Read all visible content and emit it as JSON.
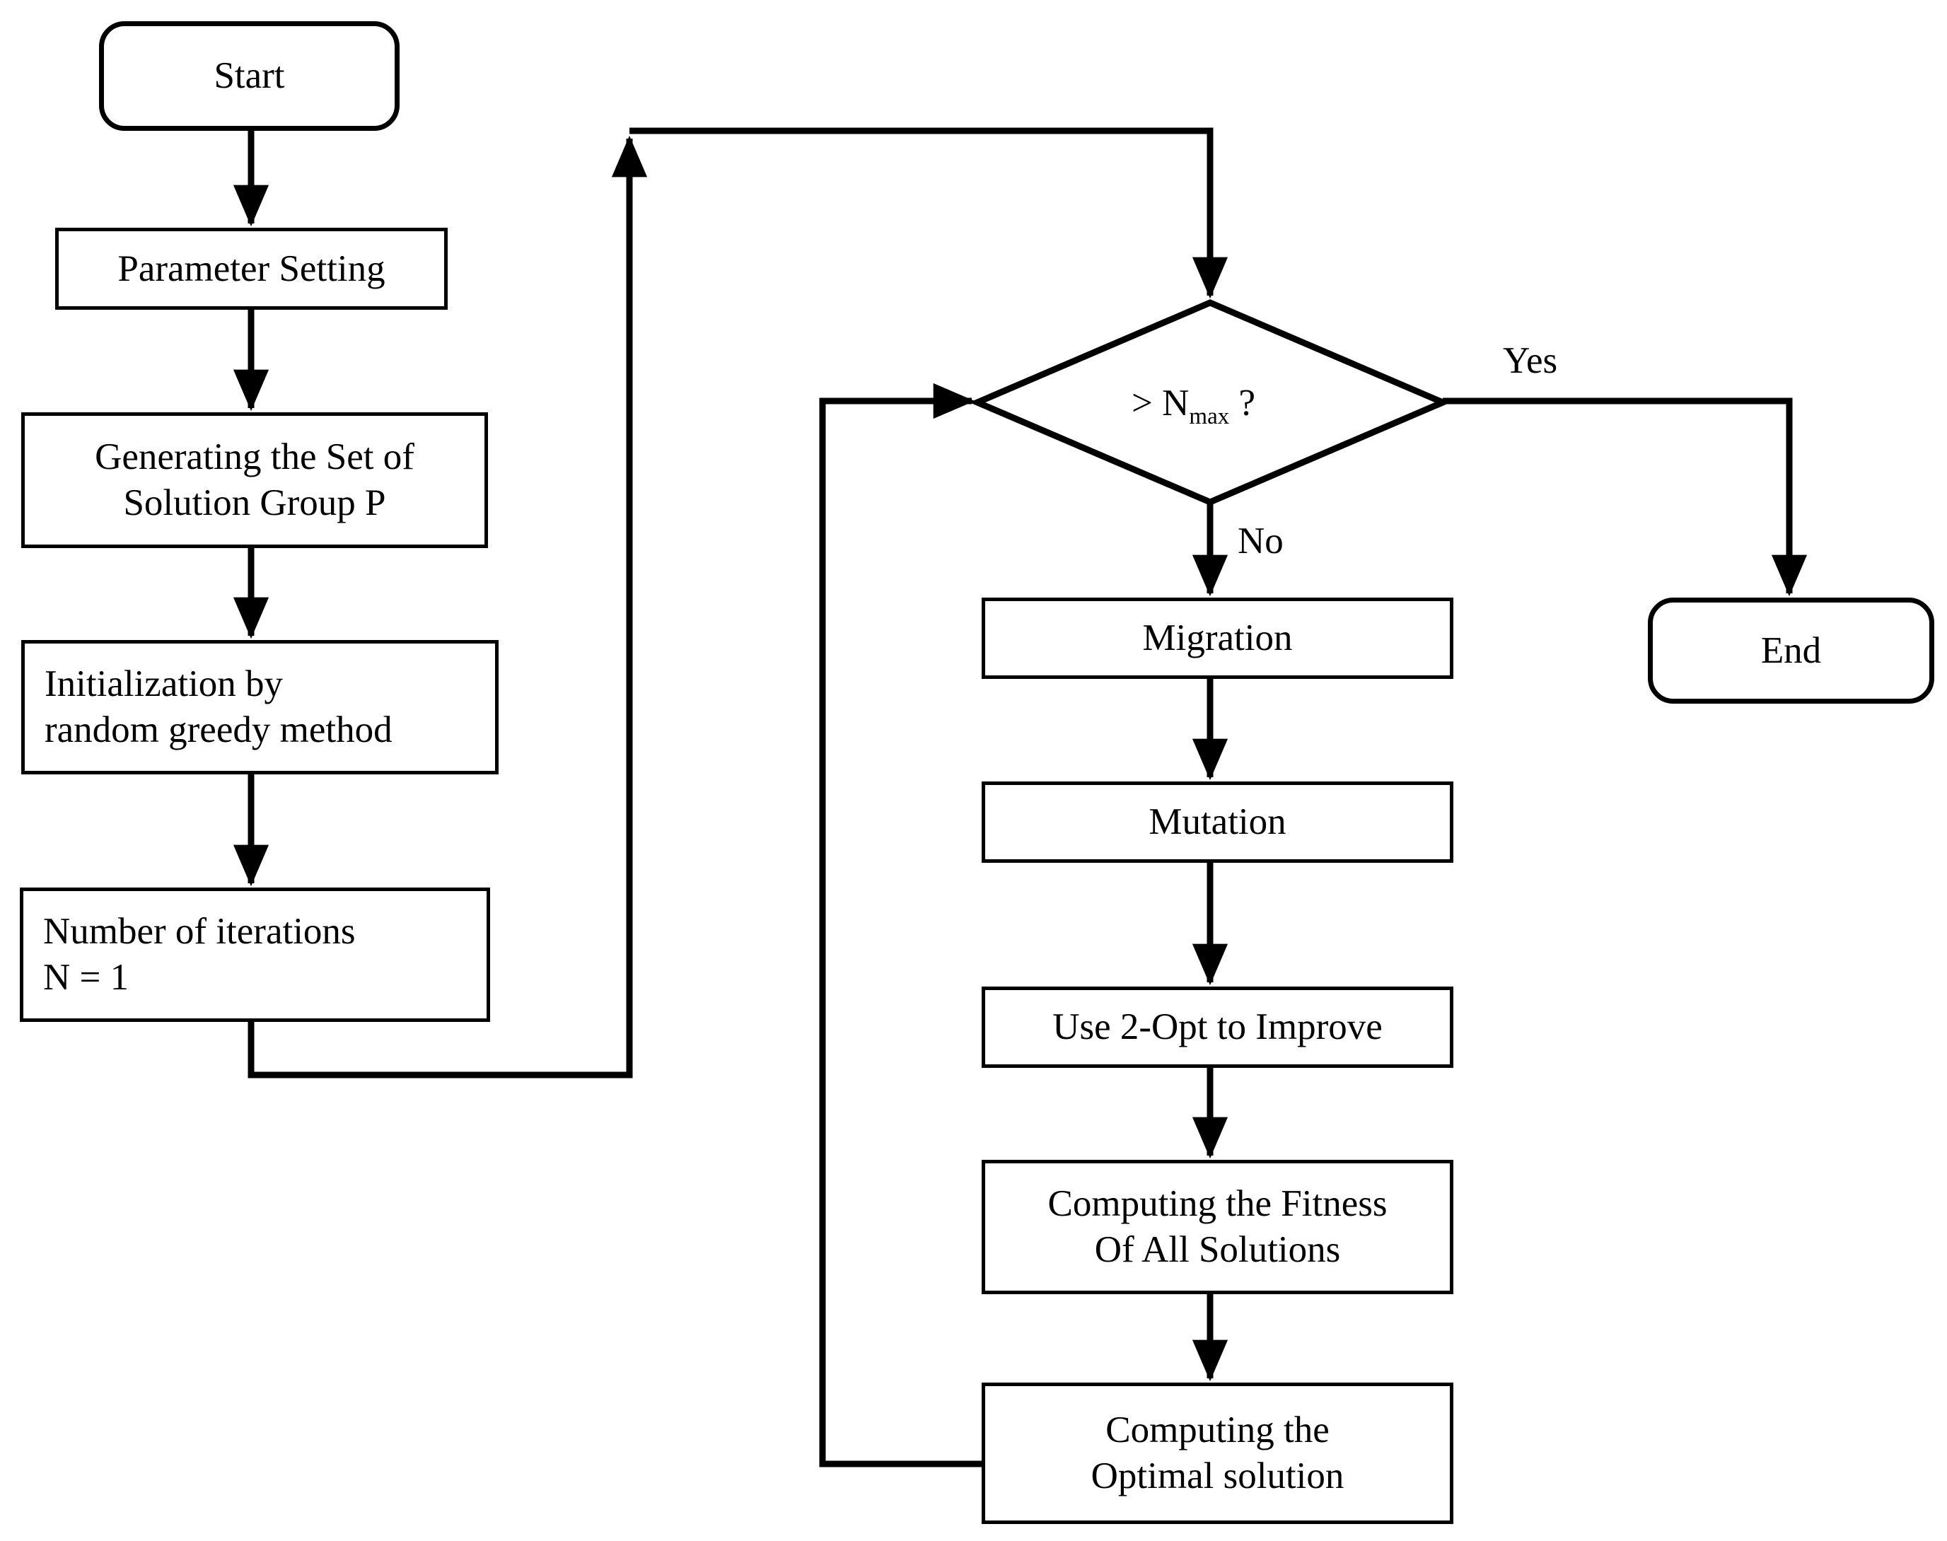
{
  "diagram": {
    "type": "flowchart",
    "title": "",
    "background_color": "#ffffff",
    "line_color": "#000000",
    "text_color": "#000000"
  },
  "nodes": {
    "start": {
      "label": "Start",
      "shape": "terminal"
    },
    "parameter_setting": {
      "label": "Parameter Setting",
      "shape": "process"
    },
    "generating_set": {
      "label": "Generating the Set of\nSolution Group P",
      "shape": "process"
    },
    "initialization": {
      "label": "Initialization by\nrandom greedy method",
      "shape": "process"
    },
    "iterations": {
      "label": "Number of iterations\nN = 1",
      "shape": "process"
    },
    "decision": {
      "label_prefix": "> N",
      "label_sub": "max",
      "label_suffix": " ?",
      "shape": "decision"
    },
    "migration": {
      "label": "Migration",
      "shape": "process"
    },
    "mutation": {
      "label": "Mutation",
      "shape": "process"
    },
    "two_opt": {
      "label": "Use 2-Opt to Improve",
      "shape": "process"
    },
    "fitness": {
      "label": "Computing the Fitness\nOf All Solutions",
      "shape": "process"
    },
    "optimal": {
      "label": "Computing the\nOptimal solution",
      "shape": "process"
    },
    "end": {
      "label": "End",
      "shape": "terminal"
    }
  },
  "edge_labels": {
    "yes": "Yes",
    "no": "No"
  }
}
